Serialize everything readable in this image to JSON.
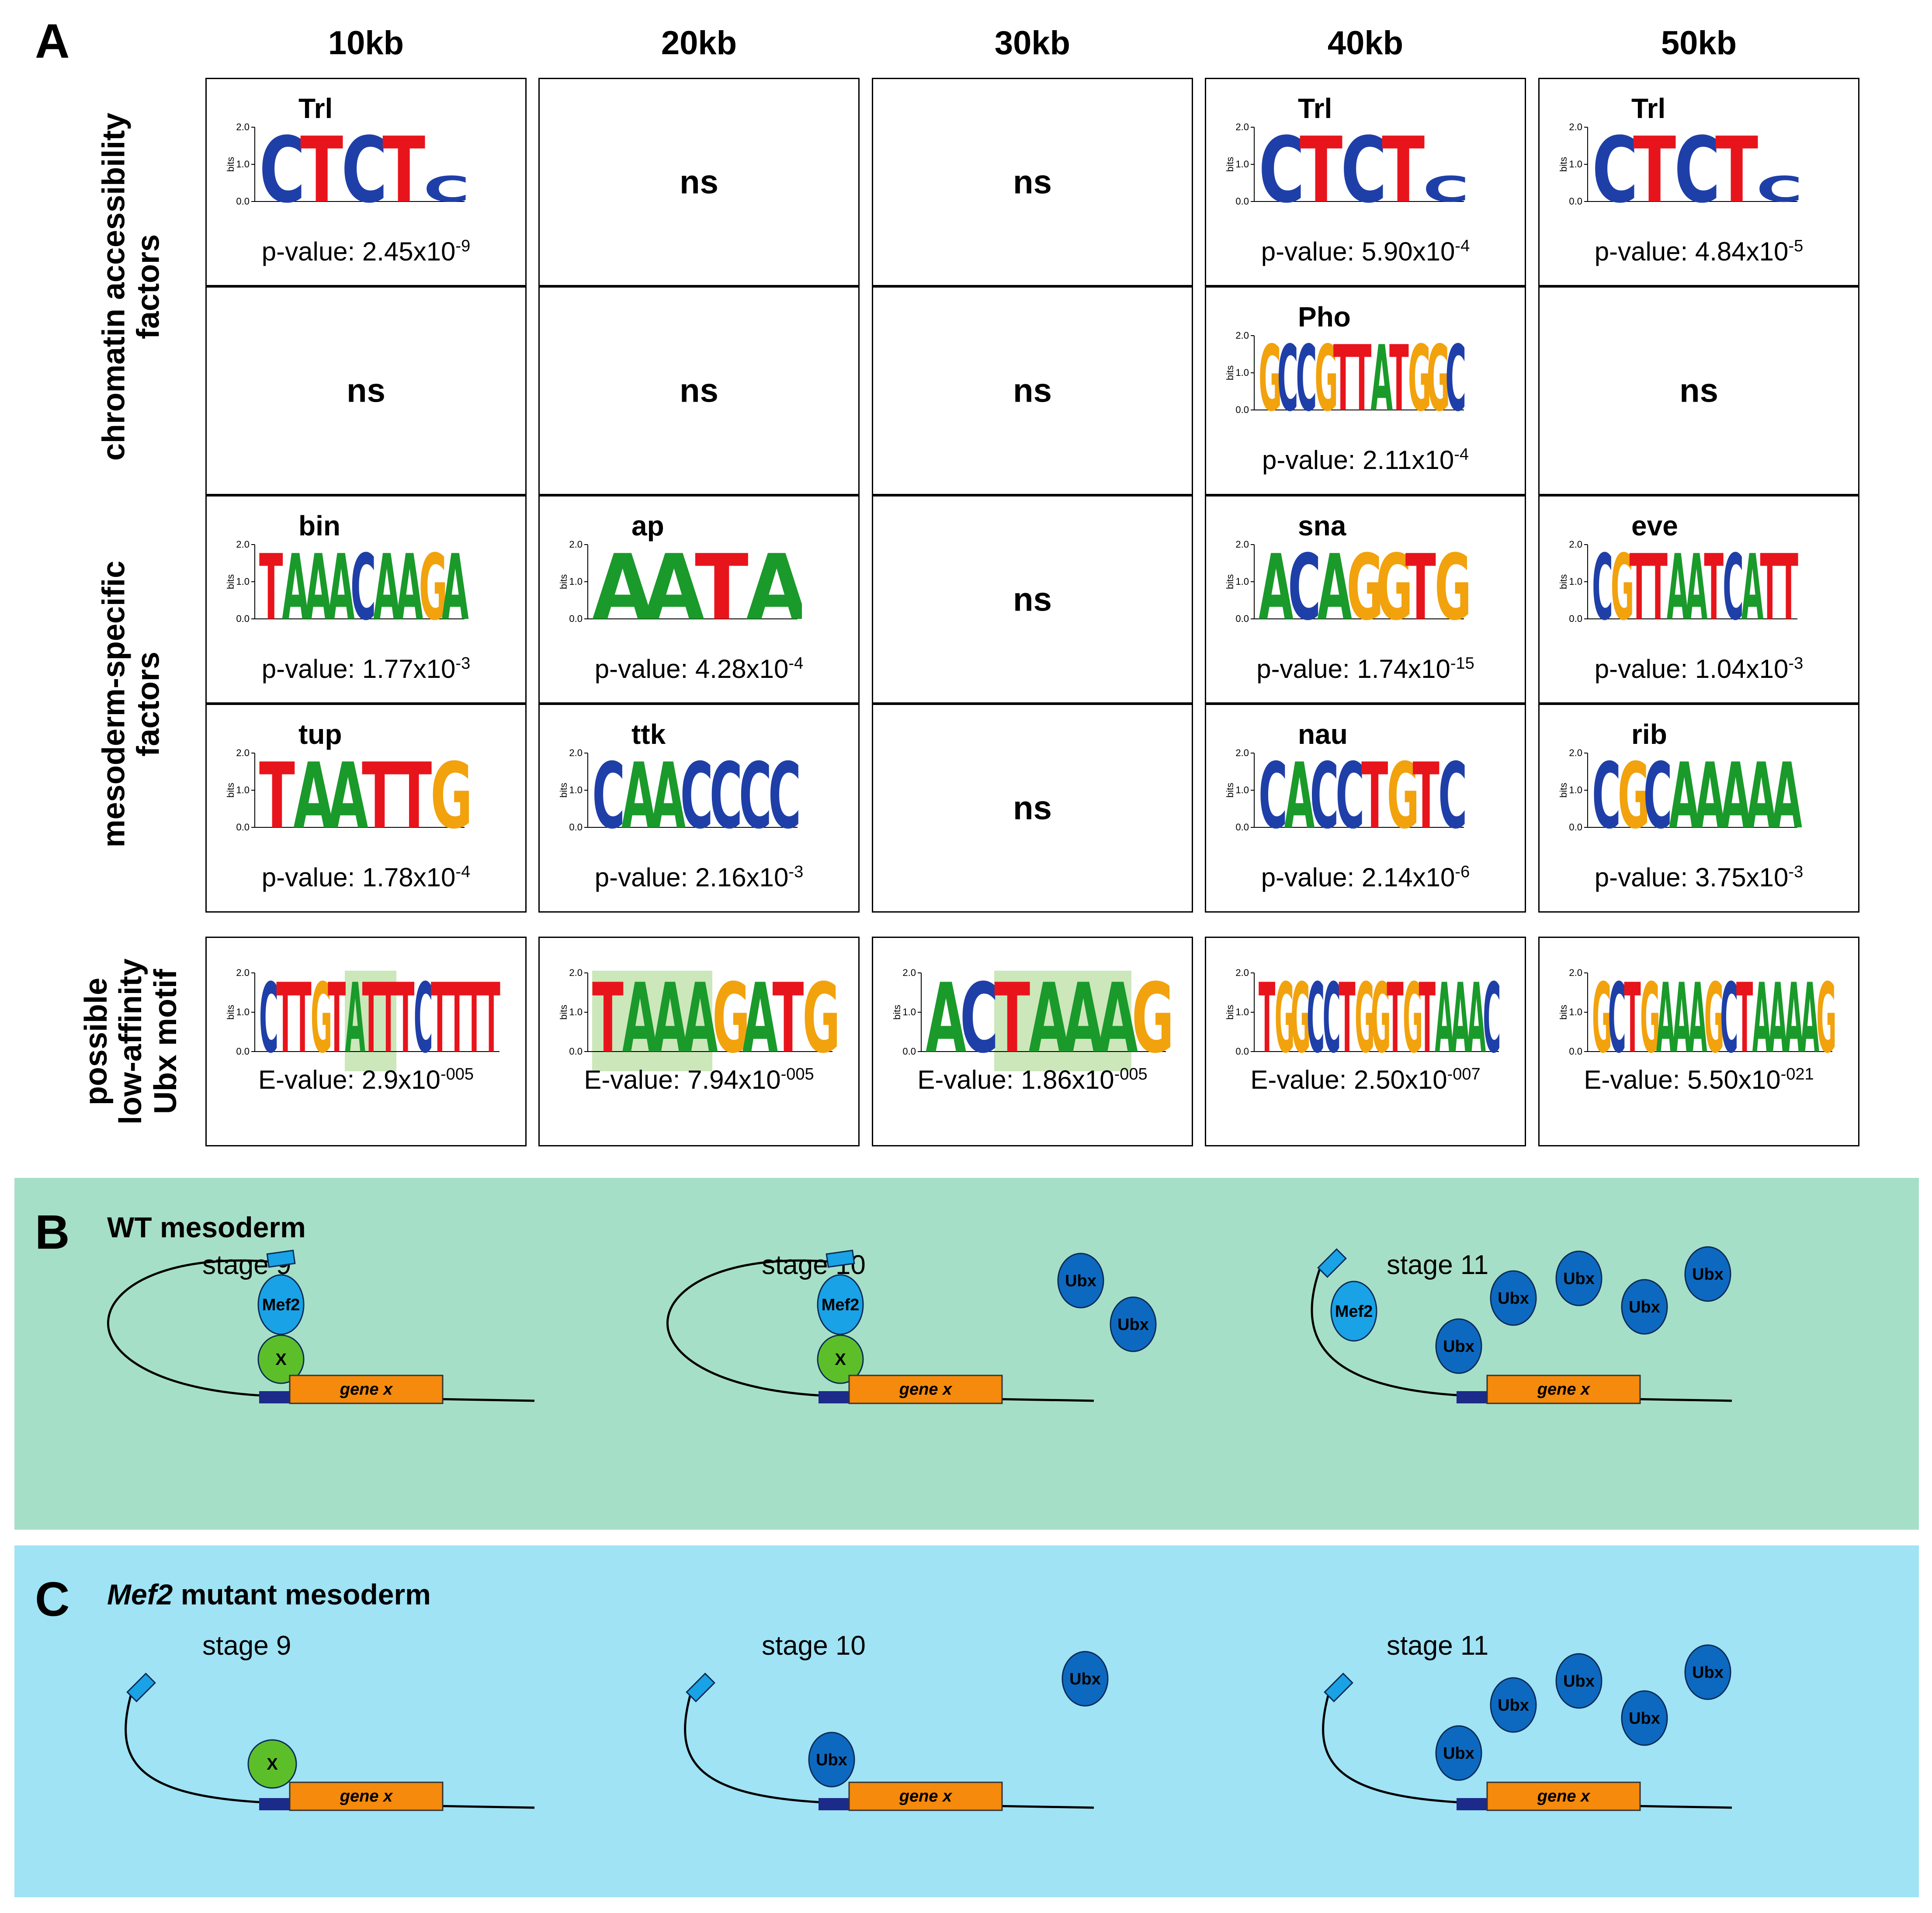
{
  "panel_a": {
    "letter": "A",
    "columns": [
      "10kb",
      "20kb",
      "30kb",
      "40kb",
      "50kb"
    ],
    "row_groups": [
      {
        "label_line1": "chromatin accessibility",
        "label_line2": "factors"
      },
      {
        "label_line1": "mesoderm-specific",
        "label_line2": "factors"
      },
      {
        "label_line1": "possible",
        "label_line2": "low-affinity",
        "label_line3": "Ubx motif"
      }
    ],
    "ns_label": "ns",
    "axis_label": "bits",
    "rows": [
      [
        {
          "tf": "Trl",
          "motif": "CTCTc",
          "p_prefix": "p-value: 2.45x10",
          "p_exp": "-9"
        },
        {
          "ns": true
        },
        {
          "ns": true
        },
        {
          "tf": "Trl",
          "motif": "CTCTc",
          "p_prefix": "p-value: 5.90x10",
          "p_exp": "-4"
        },
        {
          "tf": "Trl",
          "motif": "CTCTc",
          "p_prefix": "p-value: 4.84x10",
          "p_exp": "-5"
        }
      ],
      [
        {
          "ns": true
        },
        {
          "ns": true
        },
        {
          "ns": true
        },
        {
          "tf": "Pho",
          "motif": "GCCGTTATGGC",
          "p_prefix": "p-value: 2.11x10",
          "p_exp": "-4"
        },
        {
          "ns": true
        }
      ],
      [
        {
          "tf": "bin",
          "motif": "TAAACAAGA",
          "p_prefix": "p-value: 1.77x10",
          "p_exp": "-3"
        },
        {
          "tf": "ap",
          "motif": "AATA",
          "p_prefix": "p-value: 4.28x10",
          "p_exp": "-4"
        },
        {
          "ns": true
        },
        {
          "tf": "sna",
          "motif": "ACAGGTG",
          "p_prefix": "p-value: 1.74x10",
          "p_exp": "-15"
        },
        {
          "tf": "eve",
          "motif": "CGTTAATCATT",
          "p_prefix": "p-value: 1.04x10",
          "p_exp": "-3"
        }
      ],
      [
        {
          "tf": "tup",
          "motif": "TAATTG",
          "p_prefix": "p-value: 1.78x10",
          "p_exp": "-4"
        },
        {
          "tf": "ttk",
          "motif": "CAACCCC",
          "p_prefix": "p-value: 2.16x10",
          "p_exp": "-3"
        },
        {
          "ns": true
        },
        {
          "tf": "nau",
          "motif": "CACCTGTC",
          "p_prefix": "p-value: 2.14x10",
          "p_exp": "-6"
        },
        {
          "tf": "rib",
          "motif": "CGCAAAAA",
          "p_prefix": "p-value: 3.75x10",
          "p_exp": "-3"
        }
      ],
      [
        {
          "motif": "CTTGTATTTCTTTT",
          "p_prefix": "E-value: 2.9x10",
          "p_exp": "-005",
          "highlight": true
        },
        {
          "motif": "TAAAGATG",
          "p_prefix": "E-value: 7.94x10",
          "p_exp": "-005",
          "highlight": true
        },
        {
          "motif": "ACTAAAG",
          "p_prefix": "E-value: 1.86x10",
          "p_exp": "-005",
          "highlight": true
        },
        {
          "motif": "TGGCCTGGTGTAAAC",
          "p_prefix": "E-value: 2.50x10",
          "p_exp": "-007"
        },
        {
          "motif": "GCTGAAAGCTAAAAG",
          "p_prefix": "E-value: 5.50x10",
          "p_exp": "-021"
        }
      ]
    ]
  },
  "panel_b": {
    "letter": "B",
    "title": "WT mesoderm",
    "bg_color": "#a6dfc7",
    "stages": [
      "stage 9",
      "stage 10",
      "stage 11"
    ]
  },
  "panel_c": {
    "letter": "C",
    "title_italic": "Mef2",
    "title_rest": " mutant mesoderm",
    "bg_color": "#9fe3f5",
    "stages": [
      "stage 9",
      "stage 10",
      "stage 11"
    ]
  },
  "labels": {
    "mef2": "Mef2",
    "x": "X",
    "ubx": "Ubx",
    "gene": "gene x"
  },
  "colors": {
    "A": "#1a9a2a",
    "C": "#1f3fa8",
    "G": "#f2a20d",
    "T": "#e8141c",
    "mef2": "#1aa2e6",
    "x_protein": "#5cbf2a",
    "ubx": "#0d69c0",
    "gene": "#f58a0d",
    "site": "#1c2a8a"
  }
}
